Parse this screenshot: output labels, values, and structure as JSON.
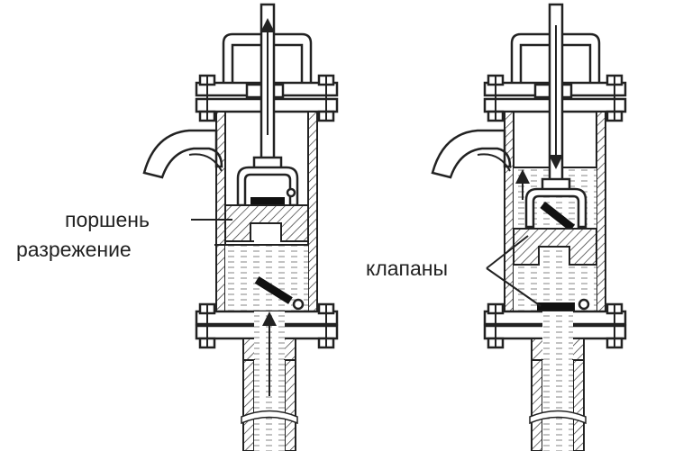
{
  "labels": {
    "piston": "поршень",
    "vacuum": "разрежение",
    "valves": "клапаны"
  },
  "colors": {
    "line": "#222222",
    "background": "#ffffff"
  }
}
